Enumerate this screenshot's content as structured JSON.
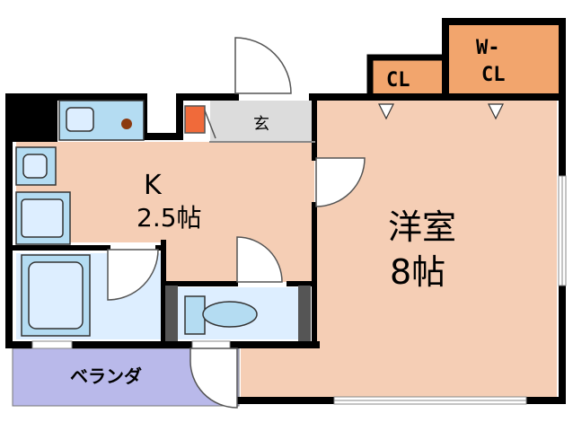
{
  "floorplan": {
    "rooms": {
      "kitchen": {
        "name": "K",
        "size": "2.5帖"
      },
      "western_room": {
        "name": "洋室",
        "size": "8帖"
      },
      "entrance": {
        "name": "玄"
      },
      "closet": {
        "name": "CL"
      },
      "walk_in_closet": {
        "line1": "W-",
        "line2": "CL"
      },
      "balcony": {
        "name": "ベランダ"
      }
    },
    "colors": {
      "wall": "#000000",
      "room_floor": "#f5ceb5",
      "wet_area": "#ddeeff",
      "fixture": "#b4dcf2",
      "entrance_floor": "#dcdcdc",
      "balcony": "#b9b9ea",
      "closet": "#f2a56d",
      "shoe_box": "#f06a3a",
      "stove_knob": "#8b3a10"
    }
  }
}
